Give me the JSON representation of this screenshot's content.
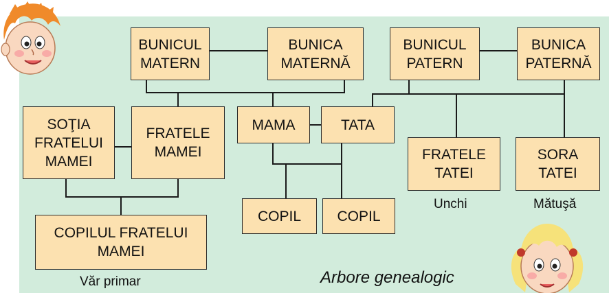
{
  "diagram": {
    "title": "Arbore genealogic",
    "boxes": {
      "bunicul_matern": "BUNICUL\nMATERN",
      "bunica_materna": "BUNICA\nMATERNĂ",
      "bunicul_patern": "BUNICUL\nPATERN",
      "bunica_paterna": "BUNICA\nPATERNĂ",
      "sotia_fratelui_mamei": "SOŢIA\nFRATELUI\nMAMEI",
      "fratele_mamei": "FRATELE\nMAMEI",
      "mama": "MAMA",
      "tata": "TATA",
      "fratele_tatei": "FRATELE\nTATEI",
      "sora_tatei": "SORA\nTATEI",
      "copil_1": "COPIL",
      "copil_2": "COPIL",
      "copilul_fratelui_mamei": "COPILUL FRATELUI\nMAMEI"
    },
    "captions": {
      "unchi": "Unchi",
      "matusa": "Mătuşă",
      "var_primar": "Văr primar"
    }
  },
  "colors": {
    "panel_background": "#d2ecdc",
    "box_fill": "#fce1b0",
    "line": "#1a1a1a"
  },
  "icons": {
    "top_left": "boy-face-illustration",
    "bottom_right": "girl-face-illustration"
  }
}
